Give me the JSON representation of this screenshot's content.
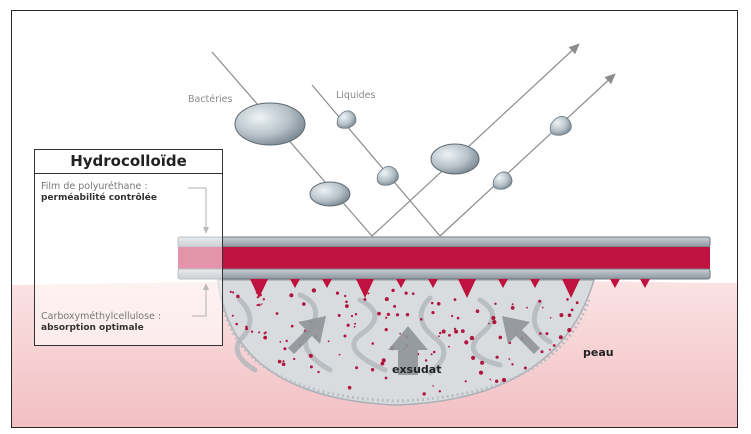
{
  "title": "Hydrocolloïde",
  "film": {
    "line1": "Film de polyuréthane :",
    "line2": "perméabilité contrôlée"
  },
  "cmc": {
    "line1": "Carboxyméthylcellulose :",
    "line2": "absorption optimale"
  },
  "labels": {
    "bacteries": "Bactéries",
    "liquides": "Liquides",
    "exsudat": "exsudat",
    "peau": "peau"
  },
  "colors": {
    "adhesive_red": "#c0123e",
    "film_gray": "#9aa4ad",
    "skin_pink": "#f2c4c6",
    "wound_gray": "#d7dadd",
    "droplet": "#b7c2c9"
  }
}
